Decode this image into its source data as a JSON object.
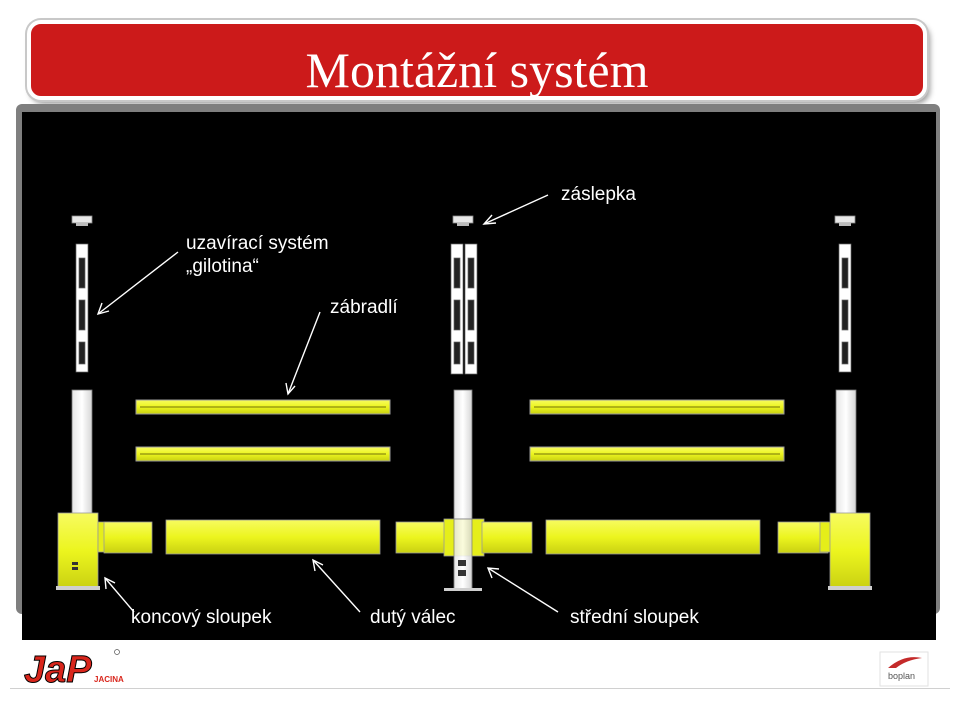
{
  "title": "Montážní systém",
  "labels": {
    "zaslepka": "záslepka",
    "gilotina_line1": "uzavírací systém",
    "gilotina_line2": "„gilotina“",
    "zabradli": "zábradlí",
    "koncovy": "koncový sloupek",
    "duty": "dutý válec",
    "stredni": "střední sloupek"
  },
  "logos": {
    "left_main": "JaP",
    "left_sub": "JACINA",
    "right": "boplan"
  },
  "colors": {
    "banner": "#cc1a1a",
    "panel": "#000000",
    "yellow": "#ecf51e",
    "yellow_dark": "#b7bd10",
    "text": "#ffffff"
  }
}
